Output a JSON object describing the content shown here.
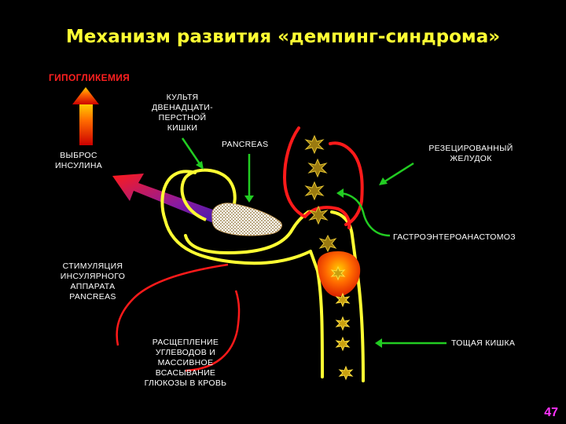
{
  "slide": {
    "title": "Механизм развития «демпинг-синдрома»",
    "page_number": "47"
  },
  "labels": {
    "hypoglycemia": "ГИПОГЛИКЕМИЯ",
    "duodenum_stump": [
      "КУЛЬТЯ",
      "ДВЕНАДЦАТИ-",
      "ПЕРСТНОЙ",
      "КИШКИ"
    ],
    "pancreas": "PANCREAS",
    "resected_stomach": [
      "РЕЗЕЦИРОВАННЫЙ",
      "ЖЕЛУДОК"
    ],
    "insulin_release": [
      "ВЫБРОС",
      "ИНСУЛИНА"
    ],
    "gastroenteroanastomosis": "ГАСТРОЭНТЕРОАНАСТОМОЗ",
    "stimulation": [
      "СТИМУЛЯЦИЯ",
      "ИНСУЛЯРНОГО",
      "АППАРАТА",
      "PANCREAS"
    ],
    "carb_breakdown": [
      "РАСЩЕПЛЕНИЕ",
      "УГЛЕВОДОВ И",
      "МАССИВНОЕ",
      "ВСАСЫВАНИЕ",
      "ГЛЮКОЗЫ В КРОВЬ"
    ],
    "jejunum": "ТОЩАЯ КИШКА"
  },
  "colors": {
    "background": "#000000",
    "title": "#ffff33",
    "label": "#ffffff",
    "hypoglycemia": "#ff2020",
    "intestine": "#ffff33",
    "stomach": "#ff1a1a",
    "pointer_arrow": "#22cc22",
    "page_number": "#ff33ff"
  }
}
